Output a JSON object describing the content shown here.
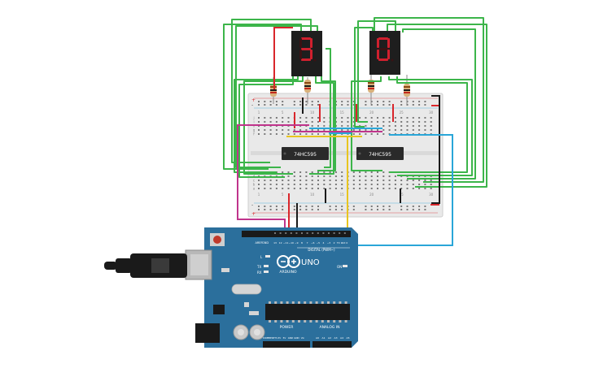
{
  "chips": {
    "left_label": "74HC595",
    "right_label": "74HC595"
  },
  "displays": {
    "left_digit": "3",
    "right_digit": "0"
  },
  "arduino": {
    "brand": "ARDUINO",
    "model": "UNO",
    "on_label": "ON",
    "power_header": "POWER",
    "analog_header": "ANALOG IN",
    "digital_header": "DIGITAL (PWM~)",
    "aref_label": "AREF",
    "gnd_label": "GND",
    "tx_label": "TX",
    "rx_label": "RX",
    "l_label": "L",
    "power_pins": [
      "IOREF",
      "RESET",
      "3.3V",
      "5V",
      "GND",
      "GND",
      "Vin"
    ],
    "analog_pins": [
      "A0",
      "A1",
      "A2",
      "A3",
      "A4",
      "A5"
    ],
    "digital_pins": [
      "13",
      "12",
      "~11",
      "~10",
      "~9",
      "8",
      "7",
      "~6",
      "~5",
      "4",
      "~3",
      "2",
      "TX 1",
      "RX 0"
    ]
  },
  "breadboard": {
    "row_letters_top": [
      "j",
      "i",
      "h",
      "g",
      "f"
    ],
    "row_letters_bottom": [
      "e",
      "d",
      "c",
      "b",
      "a"
    ],
    "column_numbers": [
      "1",
      "5",
      "10",
      "15",
      "20",
      "25",
      "30"
    ]
  },
  "colors": {
    "wire_green": "#3cb54a",
    "wire_red": "#d9262b",
    "wire_black": "#1a1a1a",
    "wire_yellow": "#e8c51f",
    "wire_blue": "#2aa6d8",
    "wire_magenta": "#c0348c",
    "arduino_blue": "#2b6f9c",
    "breadboard": "#e9e9e9",
    "segment_on": "#d0202e",
    "segment_off": "#3a1214",
    "display_body": "#1e1e1e"
  }
}
